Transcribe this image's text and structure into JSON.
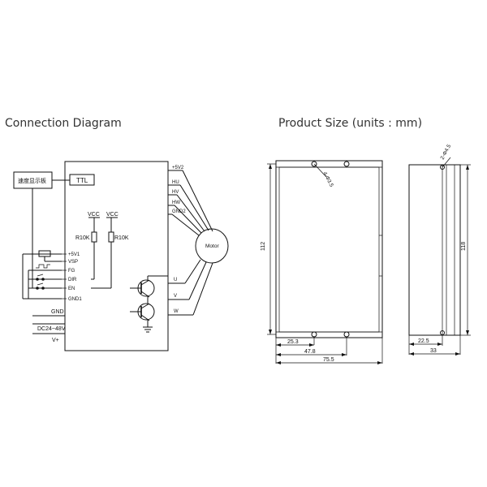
{
  "headings": {
    "connection": "Connection Diagram",
    "product_size": "Product Size (units : mm)"
  },
  "wiring": {
    "display_box": "速度显示板",
    "ttl_box": "TTL",
    "pins_left": [
      "+5V1",
      "VSP",
      "FG",
      "DIR",
      "EN",
      "GND1"
    ],
    "gnd_label": "GND",
    "supply_label": "DC24~48V",
    "vplus_label": "V+",
    "vcc_1": "VCC",
    "vcc_2": "VCC",
    "resistor_1": "R10K",
    "resistor_2": "R10K",
    "pins_right_hall": [
      "+5V2",
      "HU",
      "HV",
      "HW",
      "GND2"
    ],
    "pins_right_phase": [
      "U",
      "V",
      "W"
    ],
    "motor_label": "Motor"
  },
  "dimensions": {
    "height_front": "112",
    "height_side": "118",
    "width_total": "75.5",
    "hole_spacing": "47.8",
    "hole_offset": "25.3",
    "side_width": "33",
    "side_inner": "22.5",
    "mount_holes": "4-Φ3.5",
    "side_holes": "2-Φ4.5"
  }
}
